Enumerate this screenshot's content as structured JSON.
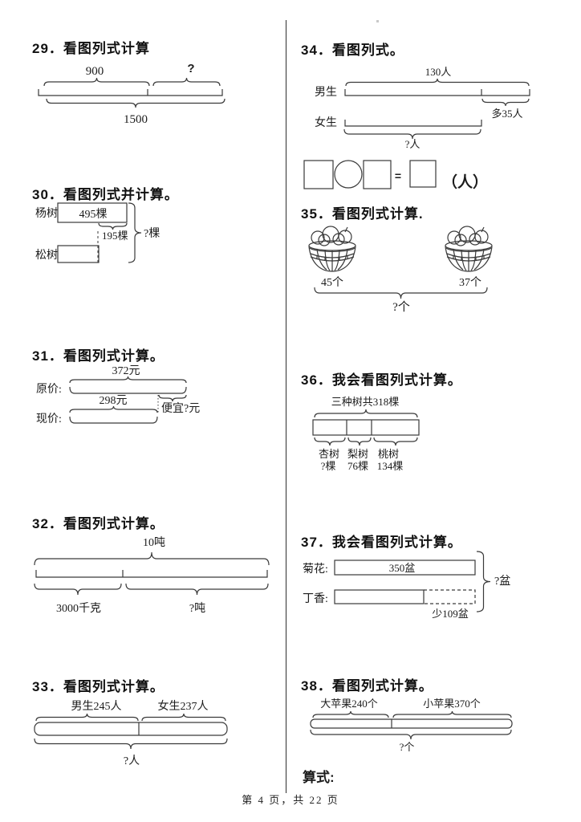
{
  "page": {
    "footer": "第 4 页，共 22 页"
  },
  "problems": {
    "p29": {
      "title": "29．看图列式计算",
      "top_left": "900",
      "top_right": "?",
      "bottom_total": "1500"
    },
    "p30": {
      "title": "30．看图列式并计算。",
      "row1_label": "杨树",
      "row1_value": "495棵",
      "diff": "195棵",
      "row2_label": "松树",
      "total": "?棵"
    },
    "p31": {
      "title": "31．看图列式计算。",
      "row1_label": "原价:",
      "row1_value": "372元",
      "row2_label": "现价:",
      "row2_value": "298元",
      "diff": "便宜?元"
    },
    "p32": {
      "title": "32．看图列式计算。",
      "total": "10吨",
      "left": "3000千克",
      "right": "?吨"
    },
    "p33": {
      "title": "33．看图列式计算。",
      "left": "男生245人",
      "right": "女生237人",
      "total": "?人"
    },
    "p34": {
      "title": "34．看图列式。",
      "row1_label": "男生",
      "row1_value": "130人",
      "diff": "多35人",
      "row2_label": "女生",
      "row2_value": "?人",
      "equals": "=",
      "unit": "（人）"
    },
    "p35": {
      "title": "35．看图列式计算.",
      "left": "45个",
      "right": "37个",
      "total": "?个"
    },
    "p36": {
      "title": "36．我会看图列式计算。",
      "total": "三种树共318棵",
      "seg1_name": "杏树",
      "seg1_qty": "?棵",
      "seg2_name": "梨树",
      "seg2_qty": "76棵",
      "seg3_name": "桃树",
      "seg3_qty": "134棵"
    },
    "p37": {
      "title": "37．我会看图列式计算。",
      "row1_label": "菊花:",
      "row1_value": "350盆",
      "row2_label": "丁香:",
      "diff": "少109盆",
      "total": "?盆"
    },
    "p38": {
      "title": "38．看图列式计算。",
      "left": "大苹果240个",
      "right": "小苹果370个",
      "total": "?个",
      "equation_label": "算式:"
    }
  }
}
